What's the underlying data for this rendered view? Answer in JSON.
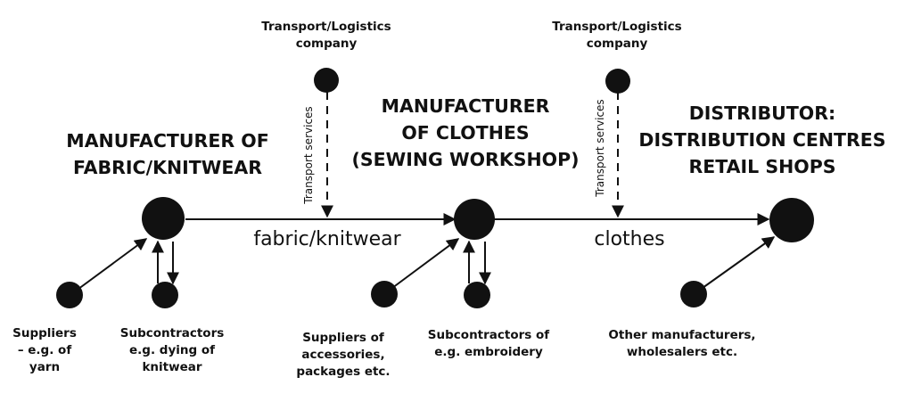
{
  "stages": {
    "fabric": [
      "MANUFACTURER OF",
      "FABRIC/KNITWEAR"
    ],
    "clothes": [
      "MANUFACTURER",
      "OF CLOTHES",
      "(SEWING WORKSHOP)"
    ],
    "distributor": [
      "DISTRIBUTOR:",
      "DISTRIBUTION CENTRES",
      "RETAIL SHOPS"
    ]
  },
  "flows": {
    "first": "fabric/knitwear",
    "second": "clothes"
  },
  "transport": {
    "company_1": [
      "Transport/Logistics",
      "company"
    ],
    "company_2": [
      "Transport/Logistics",
      "company"
    ],
    "service_1": "Transport services",
    "service_2": "Transport services"
  },
  "actors": {
    "suppliers_yarn": [
      "Suppliers",
      "– e.g. of",
      "yarn"
    ],
    "subcontractors_dying": [
      "Subcontractors",
      "e.g. dying of",
      "knitwear"
    ],
    "suppliers_accessories": [
      "Suppliers of",
      "accessories,",
      "packages etc."
    ],
    "subcontractors_embroidery": [
      "Subcontractors of",
      "e.g. embroidery"
    ],
    "other_manufacturers": [
      "Other manufacturers,",
      "wholesalers etc."
    ]
  }
}
